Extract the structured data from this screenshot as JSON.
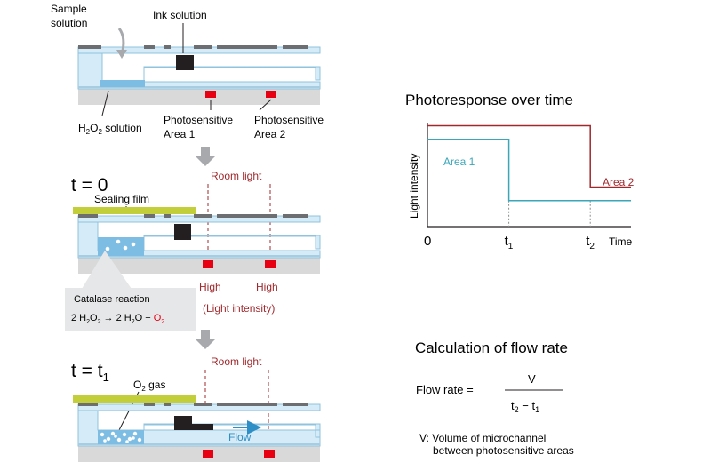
{
  "colors": {
    "channel_fill": "#d5ebf7",
    "channel_stroke": "#8fc3de",
    "h2o2": "#7dbde3",
    "substrate": "#d9d9d9",
    "layer_line": "#a8cde0",
    "mask": "#6d6e71",
    "ink": "#231f20",
    "sensor": "#e60012",
    "film": "#c3cf3a",
    "dark_red": "#a0292d",
    "area1_line": "#3aa6b9",
    "area2_line": "#a0292d",
    "arrow_gray": "#a7a9ac",
    "box_gray": "#e6e7e8",
    "flow_blue": "#2e8ec6"
  },
  "labels": {
    "sample_solution": [
      "Sample",
      "solution"
    ],
    "ink_solution": "Ink solution",
    "h2o2_solution": {
      "main": "H",
      "sub": "2",
      "main2": "O",
      "sub2": "2",
      "rest": " solution"
    },
    "area1": [
      "Photosensitive",
      "Area 1"
    ],
    "area2": [
      "Photosensitive",
      "Area 2"
    ],
    "t0": "t = 0",
    "t1": {
      "main": "t = t",
      "sub": "1"
    },
    "sealing_film": "Sealing film",
    "room_light": "Room light",
    "high": "High",
    "light_intensity_note": "(Light intensity)",
    "catalase_title": "Catalase reaction",
    "o2_gas": {
      "main": "O",
      "sub": "2",
      "rest": " gas"
    },
    "flow": "Flow"
  },
  "chart_data": {
    "type": "line",
    "title": "Photoresponse over time",
    "ylabel": "Light intensity",
    "xlabel": "Time",
    "origin_label": "0",
    "ticks": [
      {
        "main": "t",
        "sub": "1",
        "x": 1
      },
      {
        "main": "t",
        "sub": "2",
        "x": 2
      }
    ],
    "xlim": [
      0,
      2.5
    ],
    "ylim": [
      0,
      1
    ],
    "series": [
      {
        "name": "Area 1",
        "points": [
          [
            0,
            0.84
          ],
          [
            1,
            0.84
          ],
          [
            1,
            0.25
          ],
          [
            2.5,
            0.25
          ]
        ]
      },
      {
        "name": "Area 2",
        "points": [
          [
            0,
            0.97
          ],
          [
            2,
            0.97
          ],
          [
            2,
            0.38
          ],
          [
            2.5,
            0.38
          ]
        ]
      }
    ]
  },
  "formula": {
    "heading": "Calculation of flow rate",
    "lhs": "Flow rate =",
    "numerator": "V",
    "den_t2": "t",
    "den_t2_sub": "2",
    "den_minus": " − t",
    "den_t1_sub": "1",
    "note": [
      "V: Volume of microchannel",
      "between photosensitive areas"
    ]
  }
}
